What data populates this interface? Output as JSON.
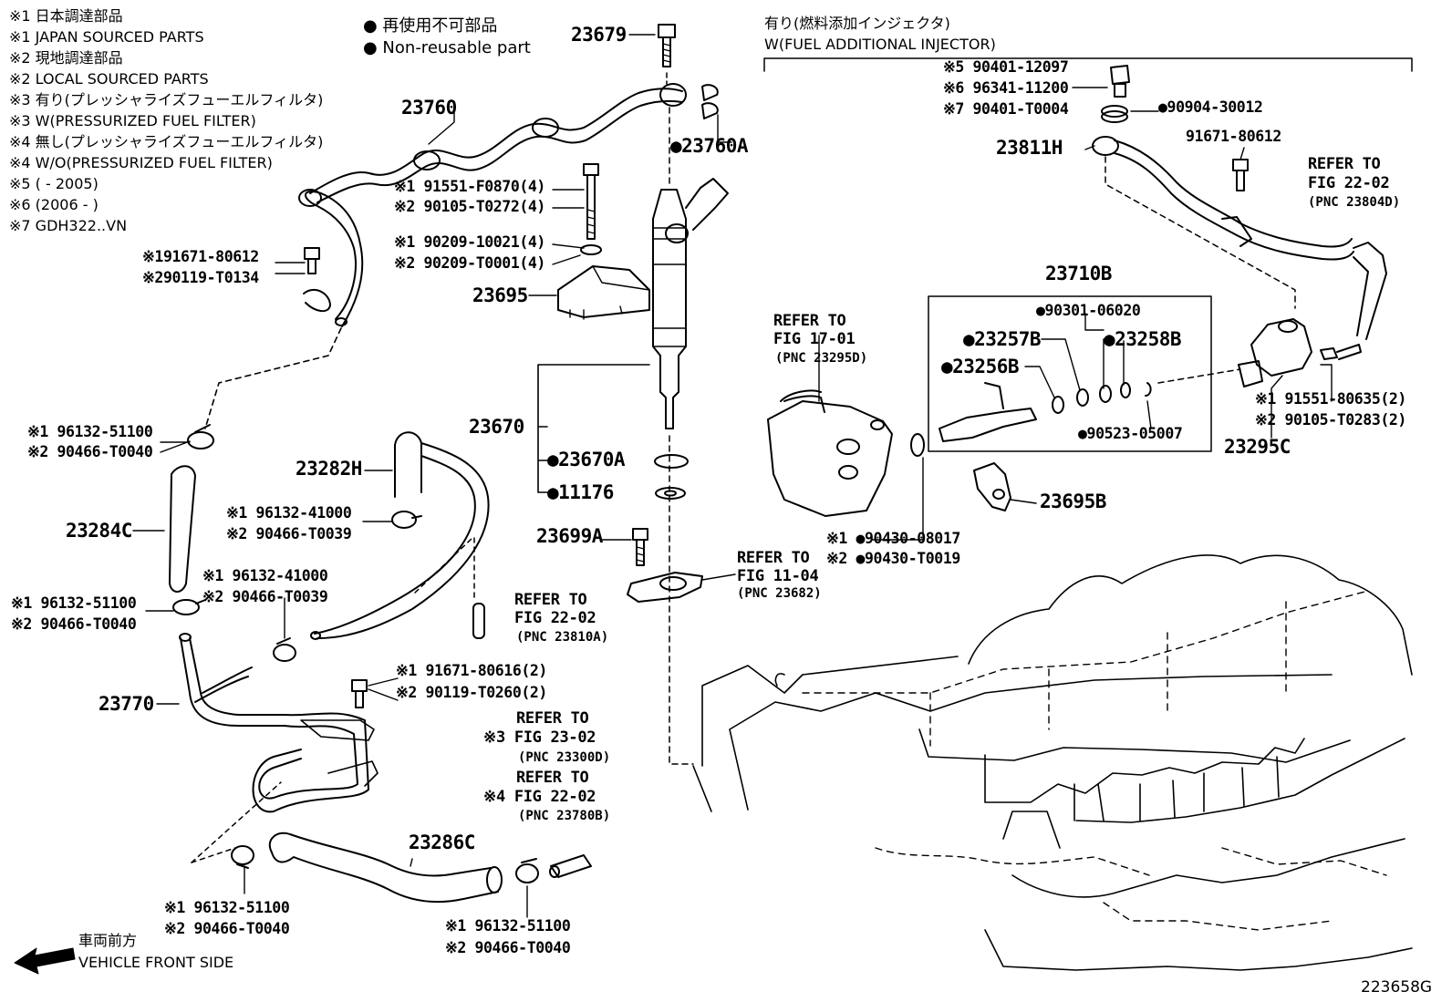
{
  "notes": [
    "※1 日本調達部品",
    "※1  JAPAN SOURCED PARTS",
    "※2  現地調達部品",
    "※2  LOCAL SOURCED PARTS",
    "※3  有り(プレッシャライズフューエルフィルタ)",
    "※3  W(PRESSURIZED FUEL FILTER)",
    "※4  無し(プレッシャライズフューエルフィルタ)",
    "※4  W/O(PRESSURIZED FUEL FILTER)",
    "※5 (          - 2005)",
    "※6 (2006  -        )",
    "※7 GDH322..VN"
  ],
  "legend": {
    "jp": "● 再使用不可部品",
    "en": "● Non-reusable part"
  },
  "injector_header": {
    "jp": "有り(燃料添加インジェクタ)",
    "en": "W(FUEL ADDITIONAL INJECTOR)"
  },
  "labels": {
    "p23679": "23679",
    "p23760": "23760",
    "p23760A": "●23760A",
    "p23695": "23695",
    "p23670": "23670",
    "p23670A": "●23670A",
    "p11176": "●11176",
    "p23699A": "23699A",
    "p23282H": "23282H",
    "p23284C": "23284C",
    "p23770": "23770",
    "p23286C": "23286C",
    "p23811H": "23811H",
    "p23710B": "23710B",
    "p23257B": "●23257B",
    "p23258B": "●23258B",
    "p23256B": "●23256B",
    "p23295C": "23295C",
    "p23695B": "23695B",
    "c91551F0870": "※1 91551-F0870(4)",
    "c90105T0272": "※2 90105-T0272(4)",
    "c9020910021": "※1 90209-10021(4)",
    "c90209T0001": "※2 90209-T0001(4)",
    "c9167180612a": "※191671-80612",
    "c90119T0134": "※290119-T0134",
    "c9613251100a": "※1 96132-51100",
    "c90466T0040a": "※2 90466-T0040",
    "c9613241000a": "※1 96132-41000",
    "c90466T0039a": "※2 90466-T0039",
    "c9613241000b": "※1 96132-41000",
    "c90466T0039b": "※2 90466-T0039",
    "c9613251100b": "※1 96132-51100",
    "c90466T0040b": "※2 90466-T0040",
    "c9167180616": "※1 91671-80616(2)",
    "c90119T0260": "※2 90119-T0260(2)",
    "c9613251100c": "※1 96132-51100",
    "c90466T0040c": "※2 90466-T0040",
    "c9613251100d": "※1 96132-51100",
    "c90466T0040d": "※2 90466-T0040",
    "c9040112097": "※5 90401-12097",
    "c9634111200": "※6 96341-11200",
    "c90401T0004": "※7 90401-T0004",
    "c9090430012": "●90904-30012",
    "c9167180612b": "91671-80612",
    "c9030106020": "●90301-06020",
    "c9052305007": "●90523-05007",
    "c9155180635": "※1 91551-80635(2)",
    "c90105T0283": "※2 90105-T0283(2)",
    "c9043008017": "※1 ●90430-08017",
    "c90430T0019": "※2 ●90430-T0019"
  },
  "refs": {
    "r1": {
      "l1": "REFER TO",
      "l2": "FIG 17-01",
      "l3": "(PNC 23295D)"
    },
    "r2": {
      "l1": "REFER TO",
      "l2": "FIG 11-04",
      "l3": "(PNC 23682)"
    },
    "r3": {
      "l1": "REFER TO",
      "l2": "FIG 22-02",
      "l3": "(PNC 23810A)"
    },
    "r4": {
      "l1": "REFER TO",
      "l2": "※3 FIG 23-02",
      "l3": "(PNC 23300D)"
    },
    "r5": {
      "l1": "REFER TO",
      "l2": "※4 FIG 22-02",
      "l3": "(PNC 23780B)"
    },
    "r6": {
      "l1": "REFER TO",
      "l2": "FIG 22-02",
      "l3": "(PNC 23804D)"
    }
  },
  "front": {
    "jp": "車両前方",
    "en": "VEHICLE FRONT SIDE"
  },
  "figure_id": "223658G"
}
